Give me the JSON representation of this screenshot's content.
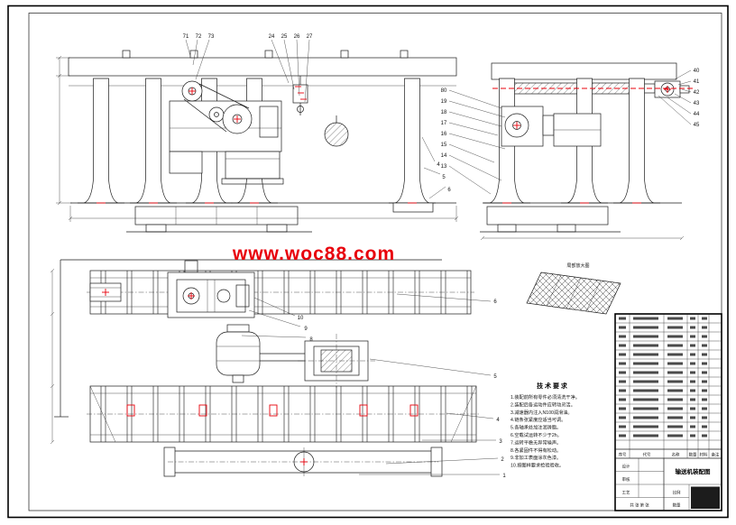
{
  "colors": {
    "ink": "#1a1a1a",
    "red": "#e8000b",
    "paper": "#ffffff"
  },
  "watermark": {
    "text": "www.woc88.com"
  },
  "front_view": {
    "callouts_a": [
      "71",
      "72",
      "73"
    ],
    "callouts_b": [
      "24",
      "25",
      "26",
      "27"
    ],
    "callouts_right": [
      "4",
      "5",
      "6"
    ]
  },
  "side_view": {
    "callouts_left": [
      "80",
      "19",
      "18",
      "17",
      "16",
      "15",
      "14",
      "13"
    ],
    "callouts_right": [
      "40",
      "41",
      "42",
      "43",
      "44",
      "45"
    ]
  },
  "plan_view": {
    "callouts_mid": [
      "10",
      "9",
      "8"
    ],
    "callouts_right": [
      "6",
      "5",
      "4",
      "3",
      "2",
      "1"
    ]
  },
  "detail_view": {
    "label": "局部放大图"
  },
  "notes": {
    "title": "技 术 要 求",
    "lines": [
      "1.装配前所有零件必须清洗干净。",
      "2.装配后各运动件应转动灵活。",
      "3.减速器内注入N100润滑油。",
      "4.链条张紧度应适当可调。",
      "5.各轴承处加注润滑脂。",
      "6.空载试运转不少于2h。",
      "7.运转平稳无异常噪声。",
      "8.各紧固件不得有松动。",
      "9.非加工表面涂灰色漆。",
      "10.按图样要求检验验收。"
    ]
  },
  "title_block": {
    "headers": [
      "序号",
      "代号",
      "名称",
      "数量",
      "材料",
      "备注"
    ],
    "fields": {
      "design": "设计",
      "check": "审核",
      "craft": "工艺",
      "scale": "比例",
      "count": "数量",
      "sheets": "共 张 第 张",
      "title": "输送机装配图"
    }
  }
}
